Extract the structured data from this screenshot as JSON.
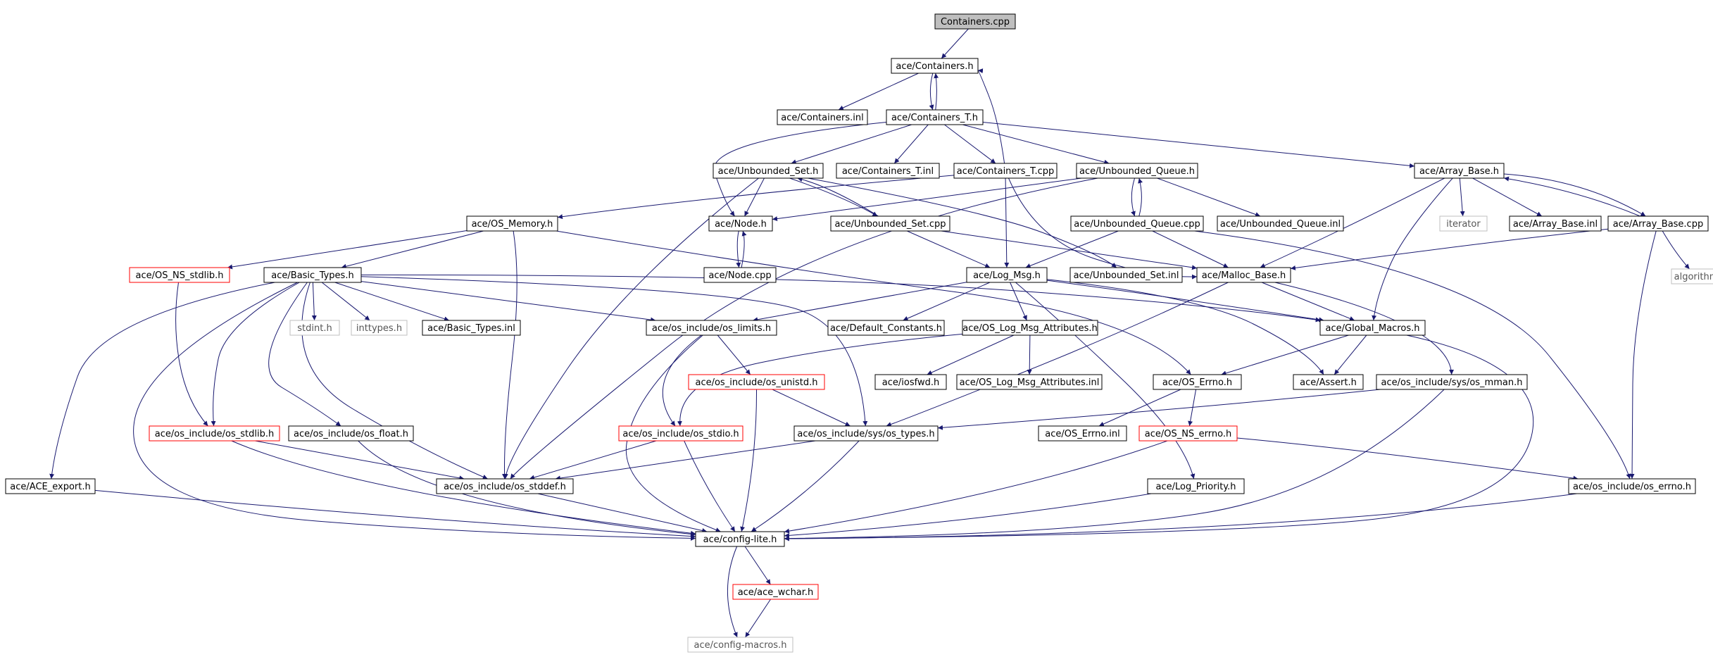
{
  "graph": {
    "colors": {
      "edge": "#191970",
      "node_border": "#000000",
      "root_fill": "#bfbfbf",
      "missing_border": "#ff0000",
      "external_border": "#bfbfbf",
      "external_text": "#555555",
      "text": "#000000"
    },
    "nodes": [
      {
        "id": "containers_cpp",
        "label": "Containers.cpp",
        "kind": "root"
      },
      {
        "id": "containers_h",
        "label": "ace/Containers.h",
        "kind": "normal"
      },
      {
        "id": "containers_inl",
        "label": "ace/Containers.inl",
        "kind": "normal"
      },
      {
        "id": "containers_t_h",
        "label": "ace/Containers_T.h",
        "kind": "normal"
      },
      {
        "id": "unbounded_set_h",
        "label": "ace/Unbounded_Set.h",
        "kind": "normal"
      },
      {
        "id": "containers_t_inl",
        "label": "ace/Containers_T.inl",
        "kind": "normal"
      },
      {
        "id": "containers_t_cpp",
        "label": "ace/Containers_T.cpp",
        "kind": "normal"
      },
      {
        "id": "unbounded_queue_h",
        "label": "ace/Unbounded_Queue.h",
        "kind": "normal"
      },
      {
        "id": "array_base_h",
        "label": "ace/Array_Base.h",
        "kind": "normal"
      },
      {
        "id": "os_memory_h",
        "label": "ace/OS_Memory.h",
        "kind": "normal"
      },
      {
        "id": "node_h",
        "label": "ace/Node.h",
        "kind": "normal"
      },
      {
        "id": "unbounded_set_cpp",
        "label": "ace/Unbounded_Set.cpp",
        "kind": "normal"
      },
      {
        "id": "unbounded_queue_cpp",
        "label": "ace/Unbounded_Queue.cpp",
        "kind": "normal"
      },
      {
        "id": "unbounded_queue_inl",
        "label": "ace/Unbounded_Queue.inl",
        "kind": "normal"
      },
      {
        "id": "iterator",
        "label": "iterator",
        "kind": "external"
      },
      {
        "id": "array_base_inl",
        "label": "ace/Array_Base.inl",
        "kind": "normal"
      },
      {
        "id": "array_base_cpp",
        "label": "ace/Array_Base.cpp",
        "kind": "normal"
      },
      {
        "id": "os_ns_stdlib_h",
        "label": "ace/OS_NS_stdlib.h",
        "kind": "missing"
      },
      {
        "id": "basic_types_h",
        "label": "ace/Basic_Types.h",
        "kind": "normal"
      },
      {
        "id": "node_cpp",
        "label": "ace/Node.cpp",
        "kind": "normal"
      },
      {
        "id": "log_msg_h",
        "label": "ace/Log_Msg.h",
        "kind": "normal"
      },
      {
        "id": "unbounded_set_inl",
        "label": "ace/Unbounded_Set.inl",
        "kind": "normal"
      },
      {
        "id": "malloc_base_h",
        "label": "ace/Malloc_Base.h",
        "kind": "normal"
      },
      {
        "id": "algorithm",
        "label": "algorithm",
        "kind": "external"
      },
      {
        "id": "stdint_h",
        "label": "stdint.h",
        "kind": "external"
      },
      {
        "id": "inttypes_h",
        "label": "inttypes.h",
        "kind": "external"
      },
      {
        "id": "basic_types_inl",
        "label": "ace/Basic_Types.inl",
        "kind": "normal"
      },
      {
        "id": "os_limits_h",
        "label": "ace/os_include/os_limits.h",
        "kind": "normal"
      },
      {
        "id": "default_constants_h",
        "label": "ace/Default_Constants.h",
        "kind": "normal"
      },
      {
        "id": "os_log_msg_attributes_h",
        "label": "ace/OS_Log_Msg_Attributes.h",
        "kind": "normal"
      },
      {
        "id": "global_macros_h",
        "label": "ace/Global_Macros.h",
        "kind": "normal"
      },
      {
        "id": "os_unistd_h",
        "label": "ace/os_include/os_unistd.h",
        "kind": "missing"
      },
      {
        "id": "iosfwd_h",
        "label": "ace/iosfwd.h",
        "kind": "normal"
      },
      {
        "id": "os_log_msg_attributes_inl",
        "label": "ace/OS_Log_Msg_Attributes.inl",
        "kind": "normal"
      },
      {
        "id": "os_errno_h",
        "label": "ace/OS_Errno.h",
        "kind": "normal"
      },
      {
        "id": "assert_h",
        "label": "ace/Assert.h",
        "kind": "normal"
      },
      {
        "id": "os_mman_h",
        "label": "ace/os_include/sys/os_mman.h",
        "kind": "normal"
      },
      {
        "id": "os_stdlib_h",
        "label": "ace/os_include/os_stdlib.h",
        "kind": "missing"
      },
      {
        "id": "os_float_h",
        "label": "ace/os_include/os_float.h",
        "kind": "normal"
      },
      {
        "id": "os_stdio_h",
        "label": "ace/os_include/os_stdio.h",
        "kind": "missing"
      },
      {
        "id": "os_types_h",
        "label": "ace/os_include/sys/os_types.h",
        "kind": "normal"
      },
      {
        "id": "os_errno_inl",
        "label": "ace/OS_Errno.inl",
        "kind": "normal"
      },
      {
        "id": "os_ns_errno_h",
        "label": "ace/OS_NS_errno.h",
        "kind": "missing"
      },
      {
        "id": "ace_export_h",
        "label": "ace/ACE_export.h",
        "kind": "normal"
      },
      {
        "id": "os_stddef_h",
        "label": "ace/os_include/os_stddef.h",
        "kind": "normal"
      },
      {
        "id": "log_priority_h",
        "label": "ace/Log_Priority.h",
        "kind": "normal"
      },
      {
        "id": "os_include_errno_h",
        "label": "ace/os_include/os_errno.h",
        "kind": "normal"
      },
      {
        "id": "config_lite_h",
        "label": "ace/config-lite.h",
        "kind": "normal"
      },
      {
        "id": "ace_wchar_h",
        "label": "ace/ace_wchar.h",
        "kind": "missing"
      },
      {
        "id": "config_macros_h",
        "label": "ace/config-macros.h",
        "kind": "external"
      }
    ],
    "edges": [
      {
        "from": "containers_cpp",
        "to": "containers_h"
      },
      {
        "from": "containers_h",
        "to": "containers_inl"
      },
      {
        "from": "containers_h",
        "to": "containers_t_h"
      },
      {
        "from": "containers_t_h",
        "to": "containers_h"
      },
      {
        "from": "containers_t_cpp",
        "to": "containers_h"
      },
      {
        "from": "containers_t_h",
        "to": "unbounded_set_h"
      },
      {
        "from": "containers_t_h",
        "to": "containers_t_inl"
      },
      {
        "from": "containers_t_h",
        "to": "containers_t_cpp"
      },
      {
        "from": "containers_t_h",
        "to": "unbounded_queue_h"
      },
      {
        "from": "containers_t_h",
        "to": "array_base_h"
      },
      {
        "from": "containers_t_h",
        "to": "node_h"
      },
      {
        "from": "unbounded_set_h",
        "to": "node_h"
      },
      {
        "from": "unbounded_set_h",
        "to": "unbounded_set_cpp"
      },
      {
        "from": "unbounded_set_cpp",
        "to": "unbounded_set_h"
      },
      {
        "from": "unbounded_set_h",
        "to": "unbounded_set_inl"
      },
      {
        "from": "unbounded_set_h",
        "to": "os_stddef_h"
      },
      {
        "from": "containers_t_cpp",
        "to": "log_msg_h"
      },
      {
        "from": "containers_t_cpp",
        "to": "os_memory_h"
      },
      {
        "from": "containers_t_cpp",
        "to": "malloc_base_h"
      },
      {
        "from": "unbounded_queue_h",
        "to": "node_h"
      },
      {
        "from": "unbounded_queue_h",
        "to": "unbounded_queue_cpp"
      },
      {
        "from": "unbounded_queue_cpp",
        "to": "unbounded_queue_h"
      },
      {
        "from": "unbounded_queue_h",
        "to": "unbounded_queue_inl"
      },
      {
        "from": "unbounded_queue_h",
        "to": "os_stddef_h"
      },
      {
        "from": "unbounded_queue_cpp",
        "to": "log_msg_h"
      },
      {
        "from": "unbounded_queue_cpp",
        "to": "malloc_base_h"
      },
      {
        "from": "unbounded_queue_cpp",
        "to": "os_include_errno_h"
      },
      {
        "from": "array_base_h",
        "to": "iterator"
      },
      {
        "from": "array_base_h",
        "to": "array_base_inl"
      },
      {
        "from": "array_base_h",
        "to": "array_base_cpp"
      },
      {
        "from": "array_base_cpp",
        "to": "array_base_h"
      },
      {
        "from": "array_base_h",
        "to": "malloc_base_h"
      },
      {
        "from": "array_base_h",
        "to": "global_macros_h"
      },
      {
        "from": "array_base_cpp",
        "to": "algorithm"
      },
      {
        "from": "array_base_cpp",
        "to": "malloc_base_h"
      },
      {
        "from": "array_base_cpp",
        "to": "os_include_errno_h"
      },
      {
        "from": "node_h",
        "to": "node_cpp"
      },
      {
        "from": "node_cpp",
        "to": "node_h"
      },
      {
        "from": "unbounded_set_cpp",
        "to": "log_msg_h"
      },
      {
        "from": "unbounded_set_cpp",
        "to": "malloc_base_h"
      },
      {
        "from": "os_memory_h",
        "to": "os_ns_stdlib_h"
      },
      {
        "from": "os_memory_h",
        "to": "basic_types_h"
      },
      {
        "from": "os_memory_h",
        "to": "os_stddef_h"
      },
      {
        "from": "os_memory_h",
        "to": "os_errno_h"
      },
      {
        "from": "os_ns_stdlib_h",
        "to": "os_stdlib_h"
      },
      {
        "from": "basic_types_h",
        "to": "stdint_h"
      },
      {
        "from": "basic_types_h",
        "to": "inttypes_h"
      },
      {
        "from": "basic_types_h",
        "to": "basic_types_inl"
      },
      {
        "from": "basic_types_h",
        "to": "os_limits_h"
      },
      {
        "from": "basic_types_h",
        "to": "ace_export_h"
      },
      {
        "from": "basic_types_h",
        "to": "os_stdlib_h"
      },
      {
        "from": "basic_types_h",
        "to": "os_float_h"
      },
      {
        "from": "basic_types_h",
        "to": "os_stddef_h"
      },
      {
        "from": "basic_types_h",
        "to": "config_lite_h"
      },
      {
        "from": "basic_types_h",
        "to": "os_types_h"
      },
      {
        "from": "basic_types_h",
        "to": "global_macros_h"
      },
      {
        "from": "log_msg_h",
        "to": "default_constants_h"
      },
      {
        "from": "log_msg_h",
        "to": "os_log_msg_attributes_h"
      },
      {
        "from": "log_msg_h",
        "to": "os_limits_h"
      },
      {
        "from": "log_msg_h",
        "to": "global_macros_h"
      },
      {
        "from": "log_msg_h",
        "to": "assert_h"
      },
      {
        "from": "log_msg_h",
        "to": "log_priority_h"
      },
      {
        "from": "malloc_base_h",
        "to": "global_macros_h"
      },
      {
        "from": "malloc_base_h",
        "to": "os_mman_h"
      },
      {
        "from": "malloc_base_h",
        "to": "os_types_h"
      },
      {
        "from": "os_limits_h",
        "to": "os_unistd_h"
      },
      {
        "from": "os_limits_h",
        "to": "os_stdio_h"
      },
      {
        "from": "os_limits_h",
        "to": "config_lite_h"
      },
      {
        "from": "os_log_msg_attributes_h",
        "to": "iosfwd_h"
      },
      {
        "from": "os_log_msg_attributes_h",
        "to": "os_log_msg_attributes_inl"
      },
      {
        "from": "os_log_msg_attributes_h",
        "to": "os_stdio_h"
      },
      {
        "from": "global_macros_h",
        "to": "os_errno_h"
      },
      {
        "from": "global_macros_h",
        "to": "assert_h"
      },
      {
        "from": "global_macros_h",
        "to": "config_lite_h"
      },
      {
        "from": "os_unistd_h",
        "to": "os_types_h"
      },
      {
        "from": "os_unistd_h",
        "to": "config_lite_h"
      },
      {
        "from": "os_errno_h",
        "to": "os_errno_inl"
      },
      {
        "from": "os_errno_h",
        "to": "os_ns_errno_h"
      },
      {
        "from": "os_mman_h",
        "to": "os_types_h"
      },
      {
        "from": "os_mman_h",
        "to": "config_lite_h"
      },
      {
        "from": "os_stdlib_h",
        "to": "os_stddef_h"
      },
      {
        "from": "os_stdlib_h",
        "to": "config_lite_h"
      },
      {
        "from": "os_float_h",
        "to": "config_lite_h"
      },
      {
        "from": "os_stdio_h",
        "to": "os_stddef_h"
      },
      {
        "from": "os_stdio_h",
        "to": "config_lite_h"
      },
      {
        "from": "os_types_h",
        "to": "os_stddef_h"
      },
      {
        "from": "os_types_h",
        "to": "config_lite_h"
      },
      {
        "from": "os_ns_errno_h",
        "to": "os_include_errno_h"
      },
      {
        "from": "os_ns_errno_h",
        "to": "config_lite_h"
      },
      {
        "from": "ace_export_h",
        "to": "config_lite_h"
      },
      {
        "from": "os_stddef_h",
        "to": "config_lite_h"
      },
      {
        "from": "log_priority_h",
        "to": "config_lite_h"
      },
      {
        "from": "os_include_errno_h",
        "to": "config_lite_h"
      },
      {
        "from": "config_lite_h",
        "to": "ace_wchar_h"
      },
      {
        "from": "config_lite_h",
        "to": "config_macros_h"
      },
      {
        "from": "ace_wchar_h",
        "to": "config_macros_h"
      }
    ]
  }
}
